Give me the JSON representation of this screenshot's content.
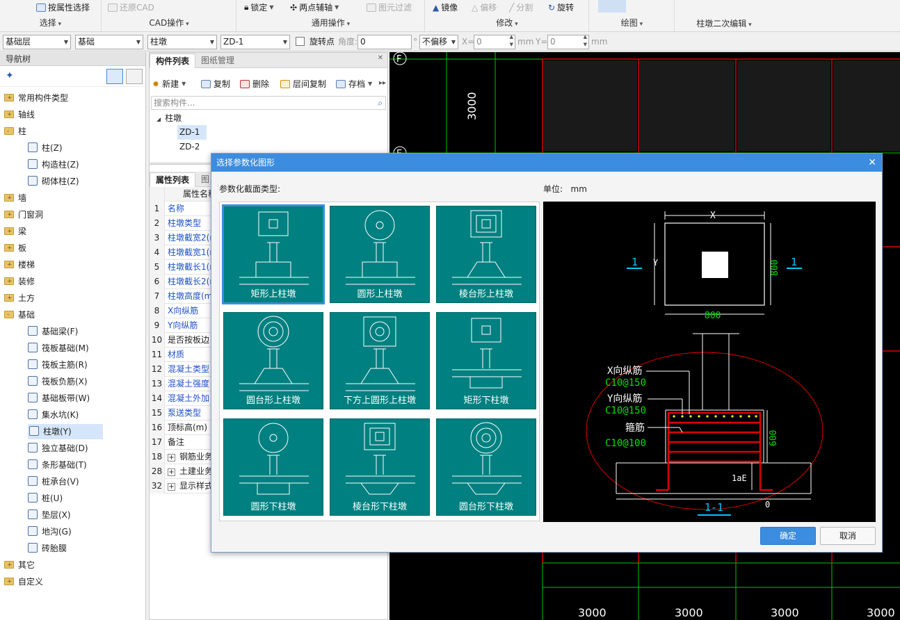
{
  "ribbon": {
    "groups": [
      {
        "label": "选择",
        "items": [
          "按属性选择"
        ]
      },
      {
        "label": "CAD操作",
        "items": [
          "还原CAD"
        ]
      },
      {
        "label": "通用操作",
        "items": [
          "锁定",
          "两点辅轴",
          "图元过滤"
        ]
      },
      {
        "label": "修改",
        "items": [
          "镜像",
          "偏移",
          "分割",
          "旋转"
        ]
      },
      {
        "label": "绘图",
        "items": []
      },
      {
        "label": "柱墩二次编辑",
        "items": []
      }
    ]
  },
  "toolbar2": {
    "floor": "基础层",
    "category": "基础",
    "type": "柱墩",
    "component": "ZD-1",
    "rotate_point_label": "旋转点",
    "angle_label": "角度:",
    "angle_value": "0",
    "degree_unit": "°",
    "offset_mode": "不偏移",
    "x_label": "X=",
    "x_value": "0",
    "mm1": "mm",
    "y_label": "Y=",
    "y_value": "0",
    "mm2": "mm"
  },
  "nav": {
    "header": "导航树",
    "items": [
      {
        "label": "常用构件类型",
        "level": 0
      },
      {
        "label": "轴线",
        "level": 0
      },
      {
        "label": "柱",
        "level": 0,
        "open": true
      },
      {
        "label": "柱(Z)",
        "level": 1
      },
      {
        "label": "构造柱(Z)",
        "level": 1
      },
      {
        "label": "砌体柱(Z)",
        "level": 1
      },
      {
        "label": "墙",
        "level": 0
      },
      {
        "label": "门窗洞",
        "level": 0
      },
      {
        "label": "梁",
        "level": 0
      },
      {
        "label": "板",
        "level": 0
      },
      {
        "label": "楼梯",
        "level": 0
      },
      {
        "label": "装修",
        "level": 0
      },
      {
        "label": "土方",
        "level": 0
      },
      {
        "label": "基础",
        "level": 0,
        "open": true
      },
      {
        "label": "基础梁(F)",
        "level": 1
      },
      {
        "label": "筏板基础(M)",
        "level": 1
      },
      {
        "label": "筏板主筋(R)",
        "level": 1
      },
      {
        "label": "筏板负筋(X)",
        "level": 1
      },
      {
        "label": "基础板带(W)",
        "level": 1
      },
      {
        "label": "集水坑(K)",
        "level": 1
      },
      {
        "label": "柱墩(Y)",
        "level": 1,
        "selected": true
      },
      {
        "label": "独立基础(D)",
        "level": 1
      },
      {
        "label": "条形基础(T)",
        "level": 1
      },
      {
        "label": "桩承台(V)",
        "level": 1
      },
      {
        "label": "桩(U)",
        "level": 1
      },
      {
        "label": "垫层(X)",
        "level": 1
      },
      {
        "label": "地沟(G)",
        "level": 1
      },
      {
        "label": "砖胎膜",
        "level": 1
      },
      {
        "label": "其它",
        "level": 0
      },
      {
        "label": "自定义",
        "level": 0
      }
    ]
  },
  "comp_panel": {
    "tabs": [
      "构件列表",
      "图纸管理"
    ],
    "tools": [
      "新建",
      "复制",
      "删除",
      "层间复制",
      "存档"
    ],
    "search_placeholder": "搜索构件...",
    "tree_root": "柱墩",
    "tree_items": [
      "ZD-1",
      "ZD-2"
    ]
  },
  "props_panel": {
    "tabs": [
      "属性列表",
      "图"
    ],
    "col_header": "属性名称",
    "rows": [
      {
        "n": "1",
        "name": "名称",
        "blue": true
      },
      {
        "n": "2",
        "name": "柱墩类型",
        "blue": true
      },
      {
        "n": "3",
        "name": "柱墩截宽2(r",
        "blue": true
      },
      {
        "n": "4",
        "name": "柱墩截宽1(r",
        "blue": true
      },
      {
        "n": "5",
        "name": "柱墩截长1(r",
        "blue": true
      },
      {
        "n": "6",
        "name": "柱墩截长2(r",
        "blue": true
      },
      {
        "n": "7",
        "name": "柱墩高度(m",
        "blue": true
      },
      {
        "n": "8",
        "name": "X向纵筋",
        "blue": true
      },
      {
        "n": "9",
        "name": "Y向纵筋",
        "blue": true
      },
      {
        "n": "10",
        "name": "是否按板边",
        "blue": false
      },
      {
        "n": "11",
        "name": "材质",
        "blue": true
      },
      {
        "n": "12",
        "name": "混凝土类型",
        "blue": true
      },
      {
        "n": "13",
        "name": "混凝土强度",
        "blue": true
      },
      {
        "n": "14",
        "name": "混凝土外加",
        "blue": true
      },
      {
        "n": "15",
        "name": "泵送类型",
        "blue": true
      },
      {
        "n": "16",
        "name": "顶标高(m)",
        "blue": false
      },
      {
        "n": "17",
        "name": "备注",
        "blue": false
      },
      {
        "n": "18",
        "name": "钢筋业务",
        "blue": false,
        "expand": true
      },
      {
        "n": "28",
        "name": "土建业务",
        "blue": false,
        "expand": true
      },
      {
        "n": "32",
        "name": "显示样式",
        "blue": false,
        "expand": true
      }
    ]
  },
  "cad": {
    "axis_labels": [
      "F",
      "E"
    ],
    "dims_vertical": [
      "3000"
    ],
    "dims_bottom": [
      "3000",
      "3000",
      "3000",
      "3000"
    ],
    "grid_color": "#00c800",
    "wall_color": "#e00000"
  },
  "dialog": {
    "title": "选择参数化图形",
    "section_label": "参数化截面类型:",
    "unit_label": "单位:",
    "unit_value": "mm",
    "tiles": [
      {
        "label": "矩形上柱墩",
        "top": "rect",
        "selected": true
      },
      {
        "label": "圆形上柱墩",
        "top": "circle"
      },
      {
        "label": "棱台形上柱墩",
        "top": "frustum"
      },
      {
        "label": "圆台形上柱墩",
        "top": "cone"
      },
      {
        "label": "下方上圆形上柱墩",
        "top": "sqcircle"
      },
      {
        "label": "矩形下柱墩",
        "top": "rect"
      },
      {
        "label": "圆形下柱墩",
        "top": "circle"
      },
      {
        "label": "棱台形下柱墩",
        "top": "frustum"
      },
      {
        "label": "圆台形下柱墩",
        "top": "cone"
      }
    ],
    "preview": {
      "dim_x": "X",
      "dim_y": "Y",
      "width": "800",
      "height": "800",
      "section_mark": "1",
      "x_rebar_label": "X向纵筋",
      "x_rebar_value": "C10@150",
      "y_rebar_label": "Y向纵筋",
      "y_rebar_value": "C10@150",
      "stirrup_label": "箍筋",
      "stirrup_value": "C10@100",
      "depth": "600",
      "anchor": "1aE",
      "zero": "0",
      "section_title": "1-1"
    },
    "ok": "确定",
    "cancel": "取消"
  }
}
